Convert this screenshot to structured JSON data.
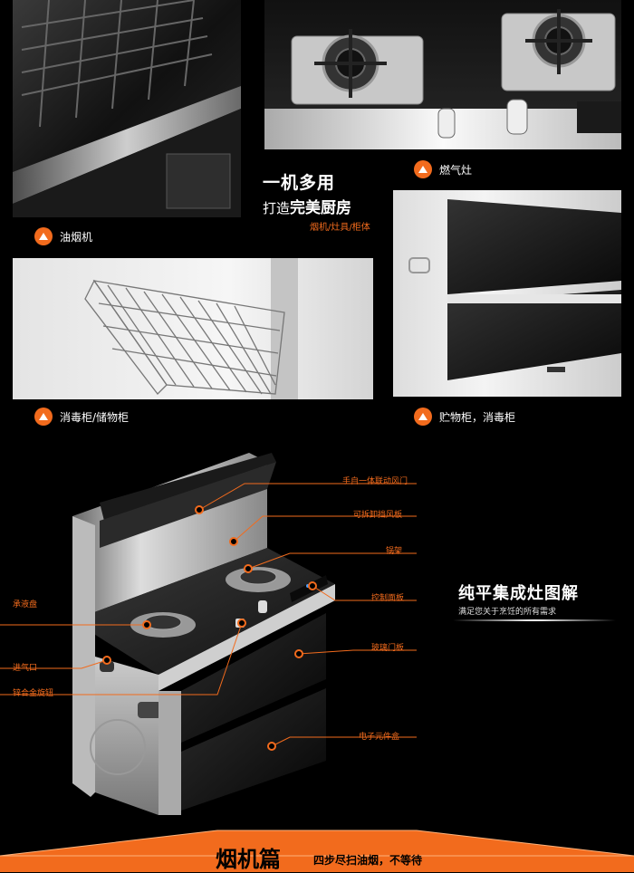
{
  "slogan": {
    "line1": "一机多用",
    "line2_prefix": "打造",
    "line2_bold": "完美厨房",
    "line3": "烟机/灶具/柜体"
  },
  "captions": {
    "hood": "油烟机",
    "stove": "燃气灶",
    "disinfect": "消毒柜/储物柜",
    "storage": "贮物柜，消毒柜"
  },
  "diagram": {
    "title": "纯平集成灶图解",
    "subtitle": "满足您关于烹饪的所有需求",
    "labels": {
      "damper": "手自一体联动风门",
      "windshield": "可拆卸挡风板",
      "pot_rack": "锅架",
      "control_panel": "控制面板",
      "drip_tray": "承液盘",
      "air_inlet": "进气口",
      "knob": "锌合金旋钮",
      "glass_door": "玻璃门板",
      "electronics_box": "电子元件盒"
    }
  },
  "footer": {
    "title": "烟机篇",
    "subtitle": "四步尽扫油烟，不等待"
  },
  "colors": {
    "accent": "#f26b1d",
    "background": "#000000"
  }
}
